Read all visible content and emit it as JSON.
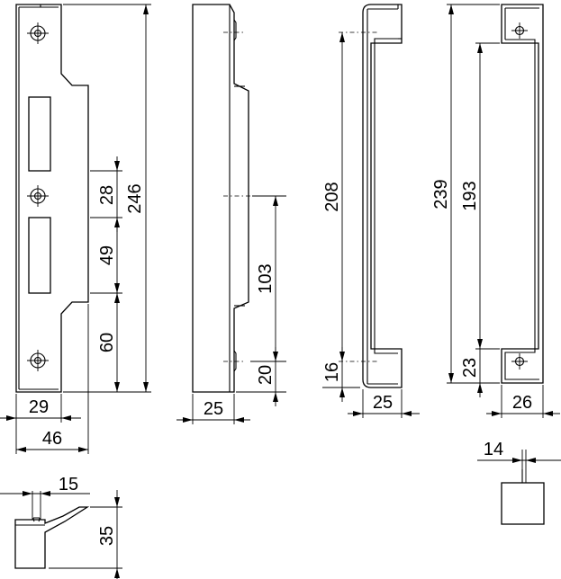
{
  "dimensions": {
    "front_plate_total_height": "246",
    "front_plate_upper_gap": "28",
    "front_plate_window_height": "49",
    "front_plate_lower_gap": "60",
    "front_plate_width": "29",
    "front_plate_width_overall": "46",
    "side_view_width": "25",
    "side_view_box_height": "103",
    "side_view_bottom_offset": "20",
    "box_strike_inner_height": "208",
    "box_strike_bottom_offset": "16",
    "box_strike_width": "25",
    "rear_plate_total_height": "239",
    "rear_plate_hole_spacing": "193",
    "rear_plate_bottom_offset": "23",
    "rear_plate_width": "26",
    "small_view_offset": "15",
    "small_view_height": "35",
    "end_view_width": "14"
  }
}
